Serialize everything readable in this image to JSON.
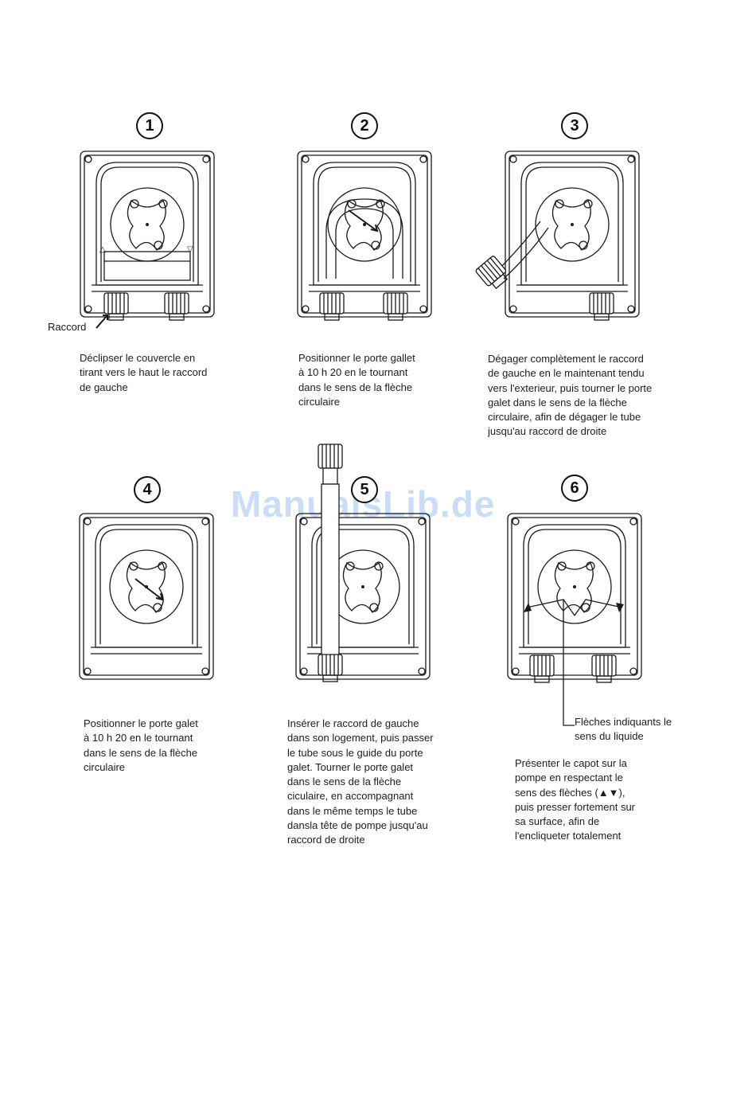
{
  "watermark": "ManualsLib.de",
  "steps": [
    {
      "number": "1",
      "caption": "Déclipser le couvercle en\ntirant vers le haut le raccord\nde gauche",
      "label": "Raccord"
    },
    {
      "number": "2",
      "caption": "Positionner le porte gallet\nà 10 h 20 en le tournant\ndans le sens de la flèche\ncirculaire"
    },
    {
      "number": "3",
      "caption": "Dégager complètement le raccord\nde gauche en le maintenant tendu\nvers l'exterieur, puis tourner le porte\ngalet dans le sens de la flèche\ncirculaire, afin de dégager le tube\njusqu'au raccord de droite"
    },
    {
      "number": "4",
      "caption": "Positionner le porte galet\nà 10 h 20 en le tournant\ndans le sens de la flèche\ncirculaire"
    },
    {
      "number": "5",
      "caption": "Insérer le raccord de gauche\ndans son logement, puis passer\nle tube sous le guide du porte\ngalet. Tourner le porte galet\ndans le sens de la flèche\nciculaire, en accompagnant\ndans le même temps le tube\ndansla tête de pompe jusqu'au\nraccord de droite"
    },
    {
      "number": "6",
      "caption": "Présenter le capot sur la\npompe en respectant le\nsens des flèches (▲▼),\npuis presser fortement sur\nsa surface, afin de\nl'encliqueter totalement",
      "label": "Flèches indiquants le\nsens du liquide"
    }
  ]
}
